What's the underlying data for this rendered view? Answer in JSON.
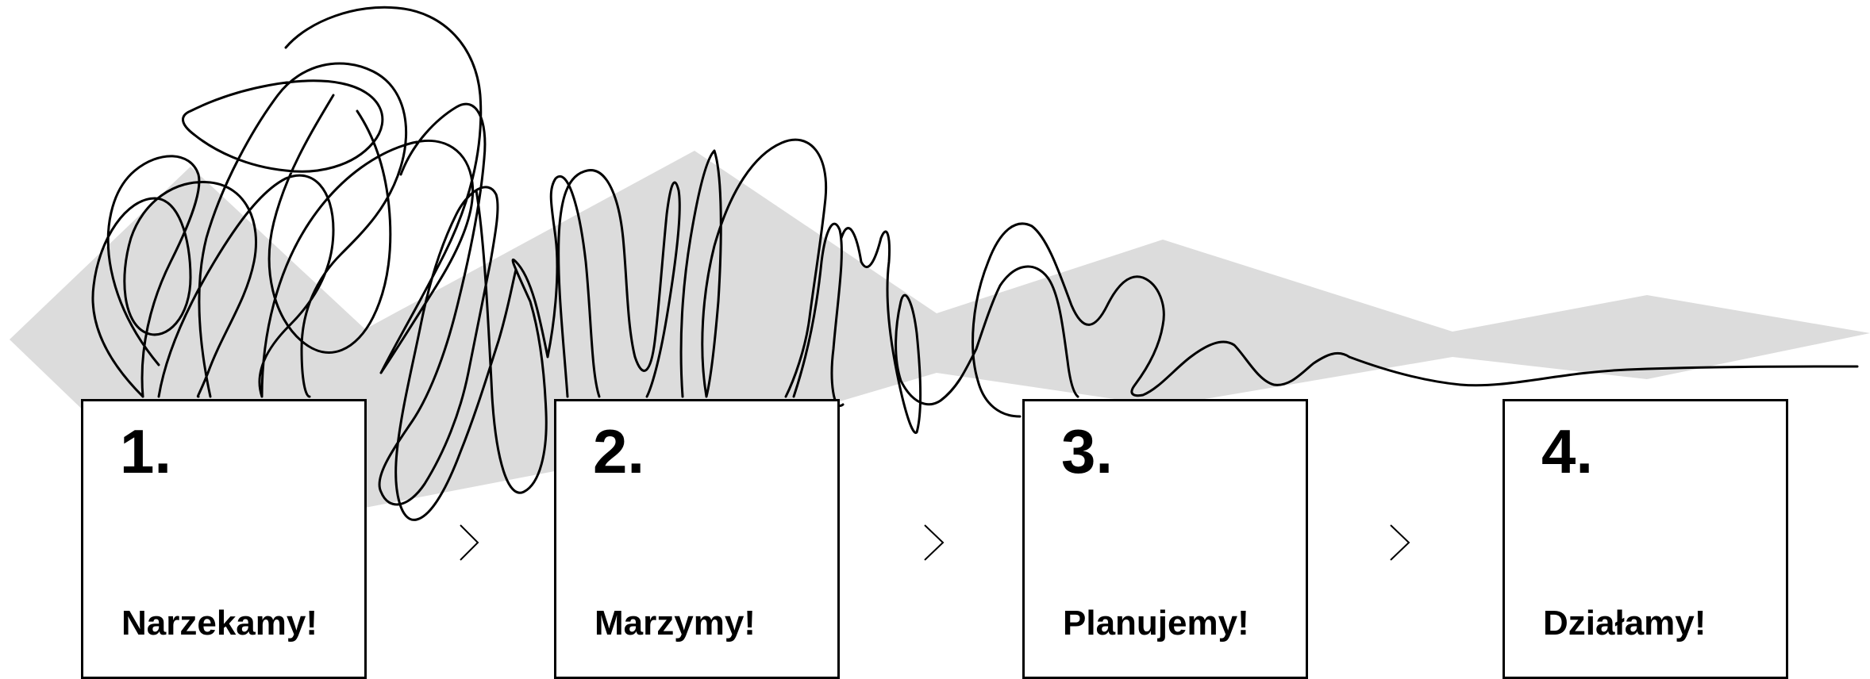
{
  "colors": {
    "background_shape": "#dcdcdc",
    "lines": "#000000",
    "box_fill": "#ffffff"
  },
  "steps": [
    {
      "number": "1.",
      "label": "Narzekamy!"
    },
    {
      "number": "2.",
      "label": "Marzymy!"
    },
    {
      "number": "3.",
      "label": "Planujemy!"
    },
    {
      "number": "4.",
      "label": "Działamy!"
    }
  ],
  "connectors": [
    {
      "icon": "chevron-right-icon"
    },
    {
      "icon": "chevron-right-icon"
    },
    {
      "icon": "chevron-right-icon"
    }
  ]
}
